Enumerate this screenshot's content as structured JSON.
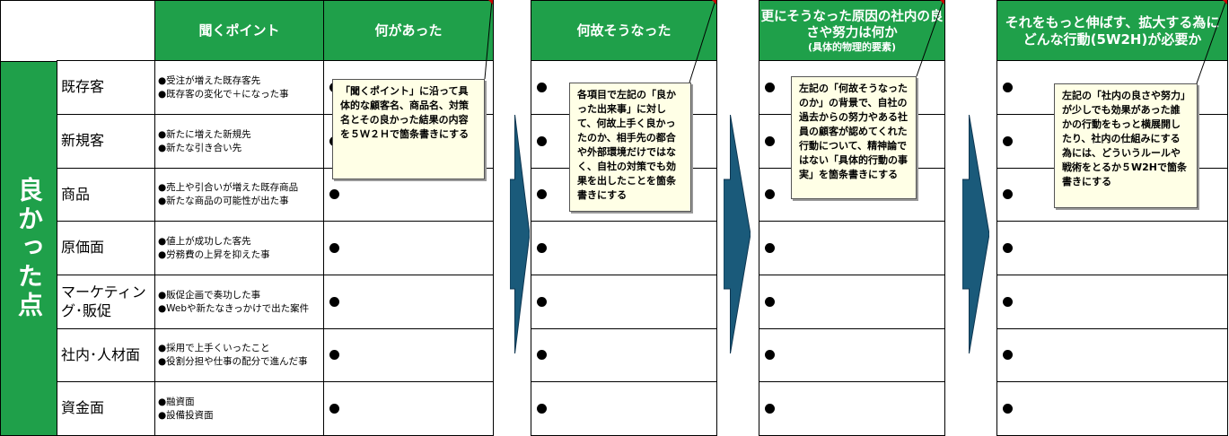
{
  "section_label": "良かった点",
  "table1": {
    "headers": [
      "聞くポイント",
      "何があった"
    ],
    "rows": [
      {
        "category": "既存客",
        "hints": [
          "●受注が増えた既存客先",
          "●既存客の変化で＋になった事"
        ]
      },
      {
        "category": "新規客",
        "hints": [
          "●新たに増えた新規先",
          "●新たな引き合い先"
        ]
      },
      {
        "category": "商品",
        "hints": [
          "●売上や引合いが増えた既存商品",
          "●新たな商品の可能性が出た事"
        ]
      },
      {
        "category": "原価面",
        "hints": [
          "●値上が成功した客先",
          "●労務費の上昇を抑えた事"
        ]
      },
      {
        "category": "マーケティング･販促",
        "hints": [
          "●販促企画で奏功した事",
          "●Webや新たなきっかけで出た案件"
        ]
      },
      {
        "category": "社内･人材面",
        "hints": [
          "●採用で上手くいったこと",
          "●役割分担や仕事の配分で進んだ事"
        ]
      },
      {
        "category": "資金面",
        "hints": [
          "●融資面",
          "●設備投資面"
        ]
      }
    ],
    "note": "「聞くポイント」に沿って具体的な顧客名、商品名、対策名とその良かった結果の内容を５Ｗ２Ｈで箇条書きにする"
  },
  "table2": {
    "header": "何故そうなった",
    "note": "各項目で左記の「良かった出来事」に対して、何故上手く良かったのか、相手先の都合や外部環境だけではなく、自社の対策でも効果を出したことを箇条書きにする"
  },
  "table3": {
    "header_main": "更にそうなった原因の社内の良さや努力は何か",
    "header_sub": "(具体的物理的要素)",
    "note": "左記の「何故そうなったのか」の背景で、自社の過去からの努力やある社員の顧客が認めてくれた行動について、精神論ではない「具体的行動の事実」を箇条書きにする"
  },
  "table4": {
    "header": "それをもっと伸ばす、拡大する為にどんな行動(5W2H)が必要か",
    "note": "左記の「社内の良さや努力」が少しでも効果があった誰かの行動をもっと横展開したり、社内の仕組みにする為には、どういうルールや戦術をとるか５W2Hで箇条書きにする"
  },
  "colors": {
    "header_green": "#1fa04a",
    "arrow": "#1a5a7a",
    "note_bg": "#ffffe6"
  }
}
